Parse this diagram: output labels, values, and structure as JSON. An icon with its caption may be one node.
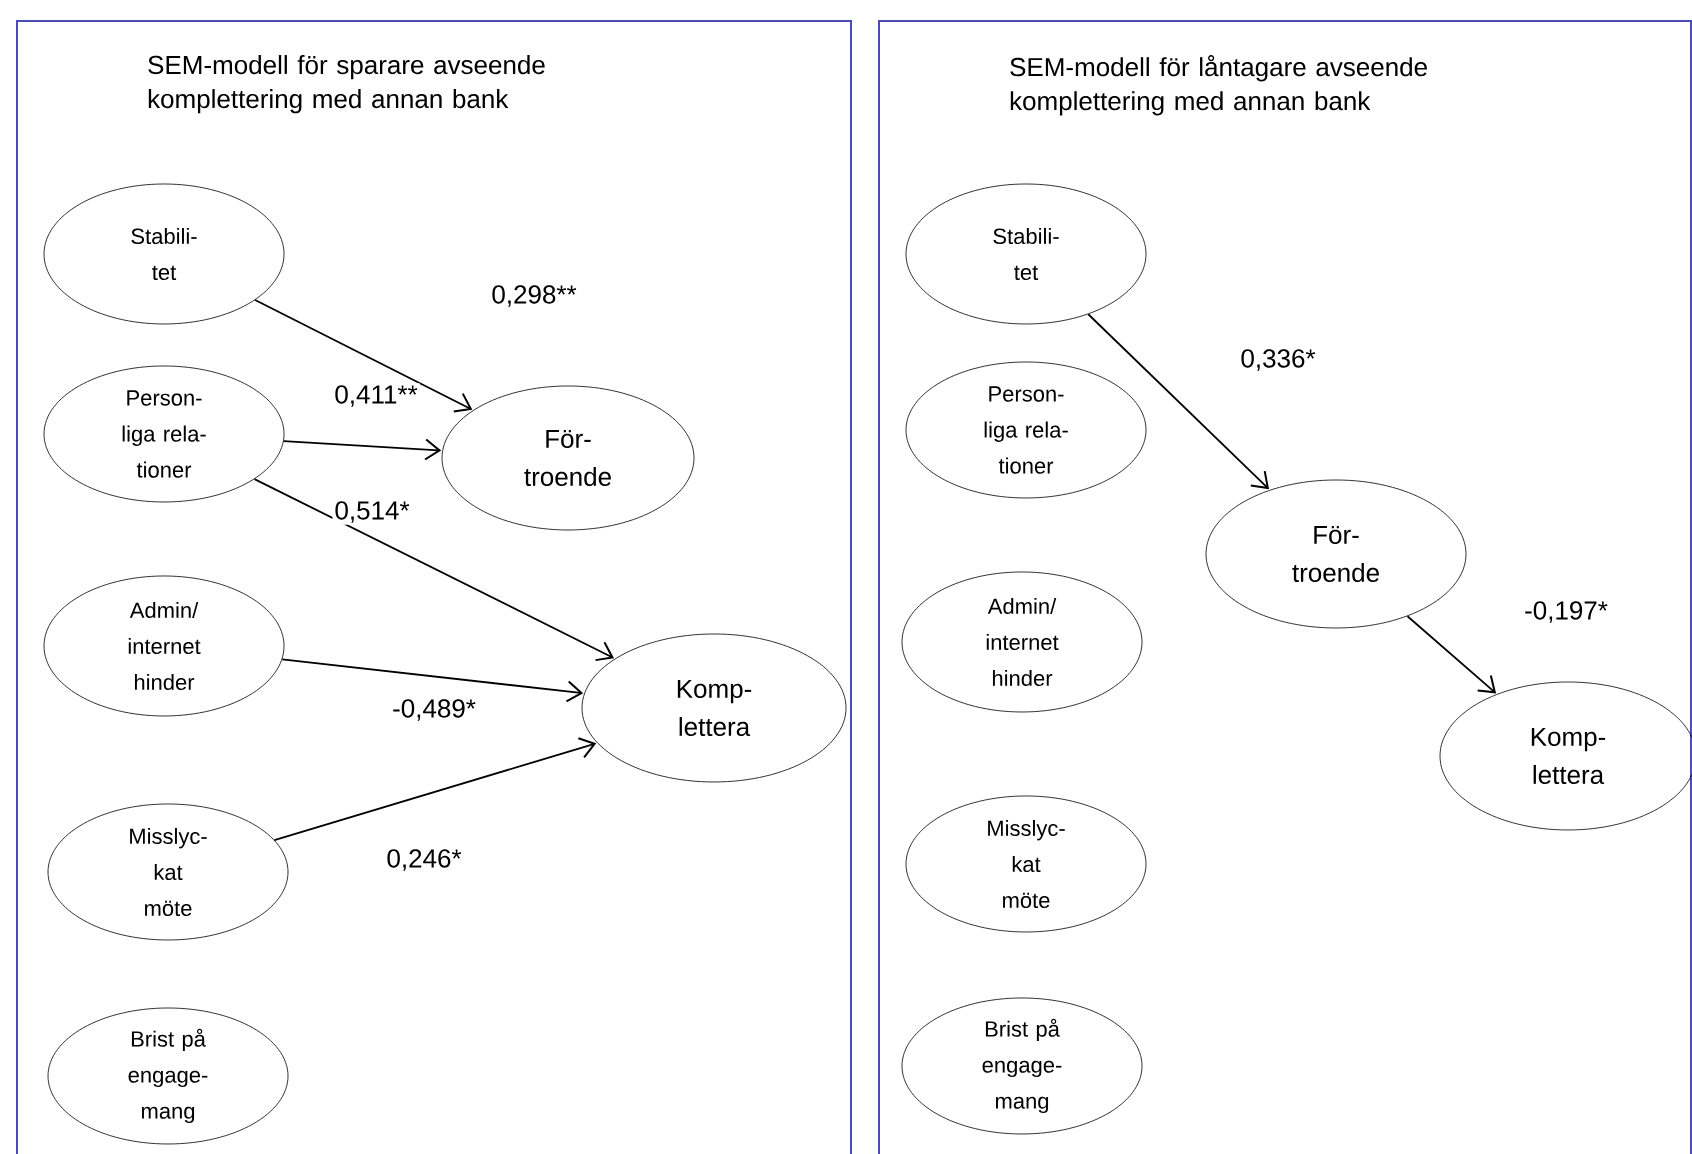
{
  "diagram": {
    "nodes": [
      {
        "text": [
          "SEM-modell för sparare avseende komplettering med annan bank"
        ]
      },
      {
        "text": [
          "Stabili- tet"
        ],
        "in": 0
      },
      {
        "text": [
          "Person- liga rela- tioner"
        ],
        "in": 0
      },
      {
        "text": [
          "För- troende"
        ],
        "in": 0
      },
      {
        "text": [
          "Admin/ internet hinder"
        ],
        "in": 0
      },
      {
        "text": [
          "Komp- lettera"
        ],
        "in": 0
      },
      {
        "text": [
          "Misslyc- kat möte"
        ],
        "in": 0
      },
      {
        "text": [
          "Brist på engage- mang"
        ],
        "in": 0
      },
      {
        "text": [
          "SEM-modell för låntagare avseende komplettering med annan bank"
        ]
      },
      {
        "text": [
          "Stabili- tet"
        ],
        "in": 8
      },
      {
        "text": [
          "Person- liga rela- tioner"
        ],
        "in": 8
      },
      {
        "text": [
          "Admin/ internet hinder"
        ],
        "in": 8
      },
      {
        "text": [
          "Misslyc- kat möte"
        ],
        "in": 8
      },
      {
        "text": [
          "Brist på engage- mang"
        ],
        "in": 8
      },
      {
        "text": [
          "För- troende"
        ],
        "in": 8
      },
      {
        "text": [
          "Komp- lettera"
        ],
        "in": 8
      }
    ],
    "edges": [
      {
        "from": 1,
        "to": 3,
        "arrow": "to",
        "label": "0,298**"
      },
      {
        "from": 2,
        "to": 3,
        "arrow": "to",
        "label": "0,411**"
      },
      {
        "from": 2,
        "to": 5,
        "arrow": "to",
        "label": "0,514*"
      },
      {
        "from": 4,
        "to": 5,
        "arrow": "to",
        "label": "-0,489*"
      },
      {
        "from": 6,
        "to": 5,
        "arrow": "to",
        "label": "0,246*"
      },
      {
        "from": 9,
        "to": 14,
        "arrow": "to",
        "label": "0,336*"
      },
      {
        "from": 14,
        "to": 15,
        "arrow": "to",
        "label": "-0,197*"
      }
    ]
  }
}
